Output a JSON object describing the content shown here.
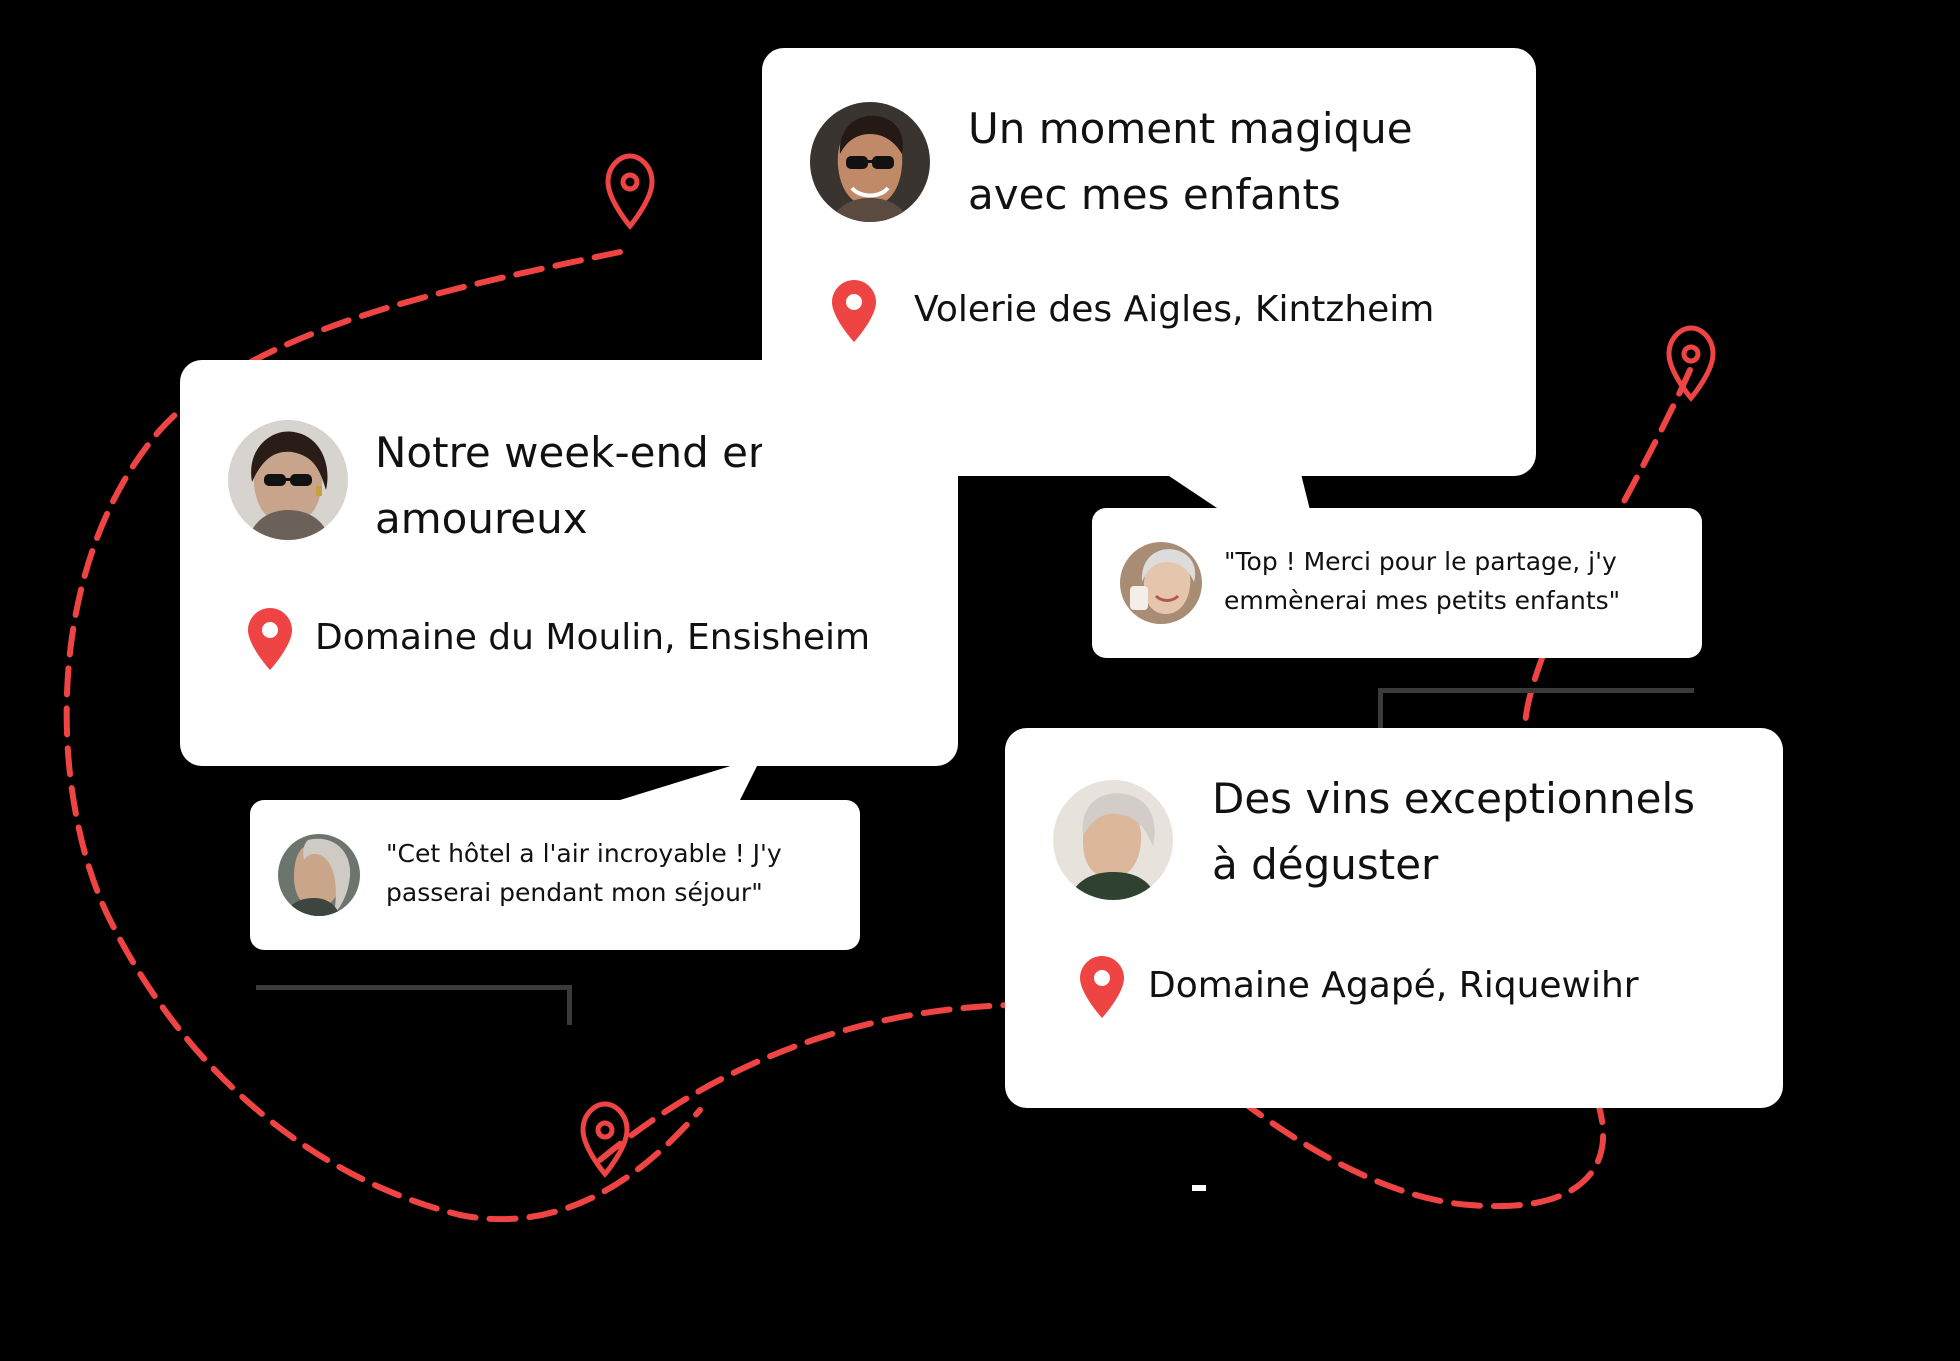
{
  "colors": {
    "accent": "#ef4444",
    "background": "#000000",
    "card": "#ffffff",
    "text": "#111111"
  },
  "cards": [
    {
      "title_line1": "Un moment magique",
      "title_line2": "avec mes enfants",
      "location": "Volerie des Aigles, Kintzheim",
      "avatar_icon": "man-sunglasses-avatar"
    },
    {
      "title_line1": "Notre week-end en",
      "title_line2": "amoureux",
      "location": "Domaine du Moulin, Ensisheim",
      "avatar_icon": "woman-sunglasses-avatar"
    },
    {
      "title_line1": "Des vins exceptionnels",
      "title_line2": "à déguster",
      "location": "Domaine Agapé, Riquewihr",
      "avatar_icon": "older-woman-avatar"
    }
  ],
  "comments": [
    {
      "line1": "\"Top ! Merci pour le partage, j'y",
      "line2": "emmènerai mes petits enfants\"",
      "avatar_icon": "smiling-woman-avatar"
    },
    {
      "line1": "\"Cet hôtel a l'air incroyable ! J'y",
      "line2": "passerai pendant mon séjour\"",
      "avatar_icon": "grey-hair-woman-avatar"
    }
  ],
  "map_pins": [
    "map-pin-icon",
    "map-pin-icon",
    "map-pin-icon"
  ]
}
